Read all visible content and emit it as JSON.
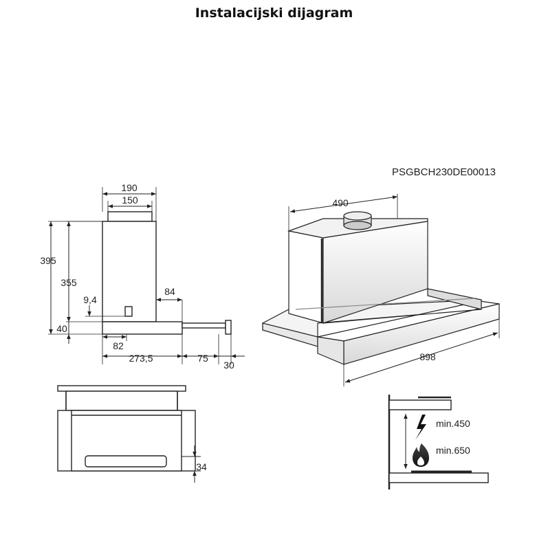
{
  "title": "Instalacijski dijagram",
  "model_code": "PSGBCH230DE00013",
  "side_view": {
    "width_top": "190",
    "width_duct": "150",
    "height_total": "395",
    "height_body": "355",
    "offset_small": "9,4",
    "visor_height": "40",
    "front_offset": "84",
    "bottom_offset": "82",
    "depth": "273,5",
    "extension": "75",
    "handle": "30"
  },
  "front_view": {
    "bottom_height": "34"
  },
  "perspective_view": {
    "width_body": "490",
    "width_total": "898"
  },
  "clearance": {
    "electric_min": "min.450",
    "gas_min": "min.650"
  }
}
